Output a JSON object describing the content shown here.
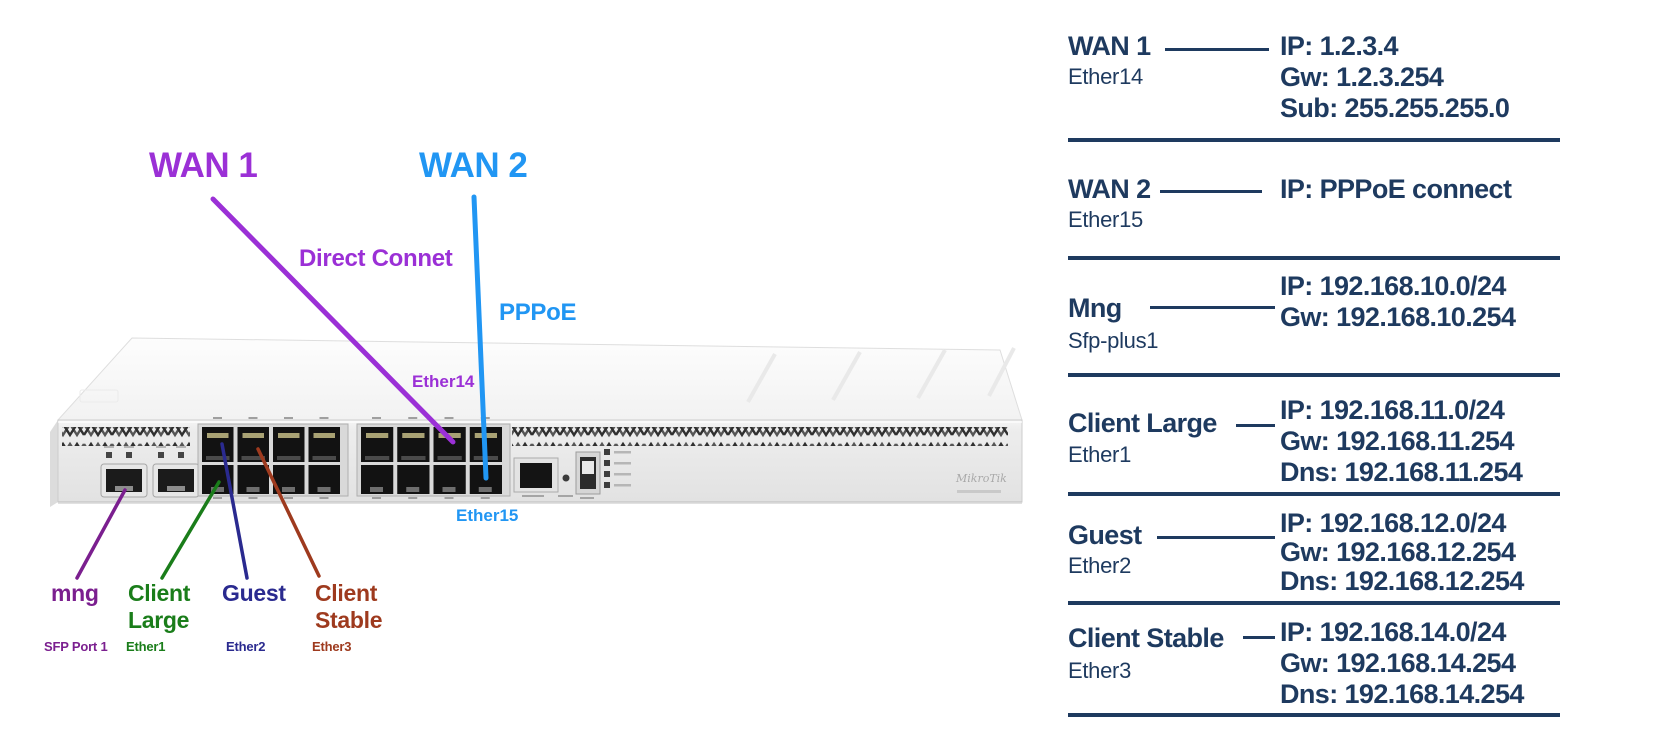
{
  "colors": {
    "panel_text_navy": "#1e3a5f",
    "wan1_purple": "#9b30d6",
    "wan2_blue": "#2196f3",
    "mng_purple": "#7b1f8f",
    "client_large_green": "#1a7d1a",
    "guest_navy": "#2a2a8f",
    "client_stable_rust": "#9e3a1e"
  },
  "diagram": {
    "wan1": {
      "label": "WAN 1",
      "connection": "Direct Connet",
      "port": "Ether14"
    },
    "wan2": {
      "label": "WAN 2",
      "connection": "PPPoE",
      "port": "Ether15"
    },
    "bottom_ports": [
      {
        "name": "mng",
        "port": "SFP Port 1"
      },
      {
        "name": "Client Large",
        "port": "Ether1"
      },
      {
        "name": "Guest",
        "port": "Ether2"
      },
      {
        "name": "Client Stable",
        "port": "Ether3"
      }
    ],
    "device": {
      "logo": "MikroTik"
    }
  },
  "config_panel": {
    "rows": [
      {
        "name": "WAN 1",
        "interface": "Ether14",
        "values": [
          "IP: 1.2.3.4",
          "Gw: 1.2.3.254",
          "Sub: 255.255.255.0"
        ]
      },
      {
        "name": "WAN 2",
        "interface": "Ether15",
        "values": [
          "IP: PPPoE connect"
        ]
      },
      {
        "name": "Mng",
        "interface": "Sfp-plus1",
        "values": [
          "IP: 192.168.10.0/24",
          "Gw: 192.168.10.254"
        ]
      },
      {
        "name": "Client Large",
        "interface": "Ether1",
        "values": [
          "IP: 192.168.11.0/24",
          "Gw: 192.168.11.254",
          "Dns: 192.168.11.254"
        ]
      },
      {
        "name": "Guest",
        "interface": "Ether2",
        "values": [
          "IP: 192.168.12.0/24",
          "Gw: 192.168.12.254",
          "Dns: 192.168.12.254"
        ]
      },
      {
        "name": "Client Stable",
        "interface": "Ether3",
        "values": [
          "IP: 192.168.14.0/24",
          "Gw: 192.168.14.254",
          "Dns: 192.168.14.254"
        ]
      }
    ]
  }
}
